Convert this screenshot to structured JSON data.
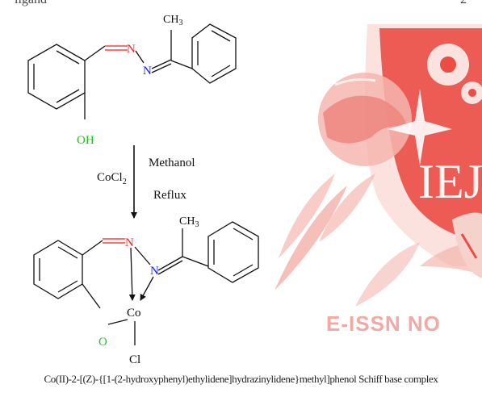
{
  "page_top_fragment": {
    "left": "ligand",
    "right": "2"
  },
  "ligand": {
    "methyl": "CH",
    "methyl_sub": "3",
    "n1": "N",
    "n2": "N",
    "hydroxyl": "OH"
  },
  "reaction": {
    "reagent": "CoCl",
    "reagent_sub": "2",
    "solvent": "Methanol",
    "condition": "Reflux"
  },
  "complex": {
    "methyl": "CH",
    "methyl_sub": "3",
    "n1": "N",
    "n2": "N",
    "metal": "Co",
    "oxygen": "O",
    "chloride": "Cl"
  },
  "watermark": {
    "logo_text": "IEJ",
    "issn_text": "E-ISSN NO",
    "colors": {
      "red": "#e2241f",
      "light_red": "#f7c9c5",
      "pale": "#fbe1dd"
    }
  },
  "colors": {
    "nitrogen": "#ff1a1a",
    "nitrogen_blue": "#1a1aff",
    "oxygen": "#22c022",
    "ink": "#111111"
  },
  "caption": "Co(II)-2-[(Z)-{[1-(2-hydroxyphenyl)ethylidene]hydrazinylidene}methyl]phenol Schiff base complex"
}
